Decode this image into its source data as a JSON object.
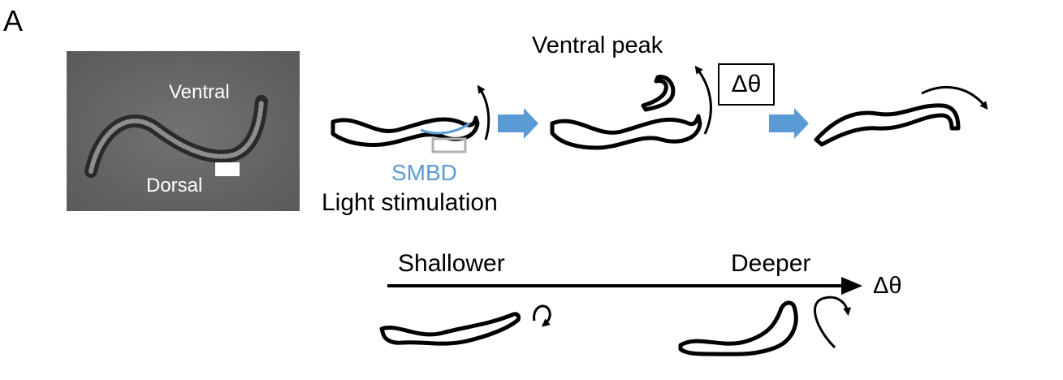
{
  "panel": {
    "letter": "A"
  },
  "photo": {
    "ventral_label": "Ventral",
    "dorsal_label": "Dorsal"
  },
  "sequence": {
    "smbd_label": "SMBD",
    "stimulus_label": "Light stimulation",
    "ventral_peak_label": "Ventral peak",
    "angle_symbol": "Δθ"
  },
  "axis": {
    "shallower_label": "Shallower",
    "deeper_label": "Deeper",
    "axis_label": "Δθ"
  },
  "colors": {
    "smbd": "#5b9bd5",
    "arrow_fill": "#5b9bd5",
    "photo_background": "#6e6e6e",
    "worm_outline": "#000000"
  }
}
